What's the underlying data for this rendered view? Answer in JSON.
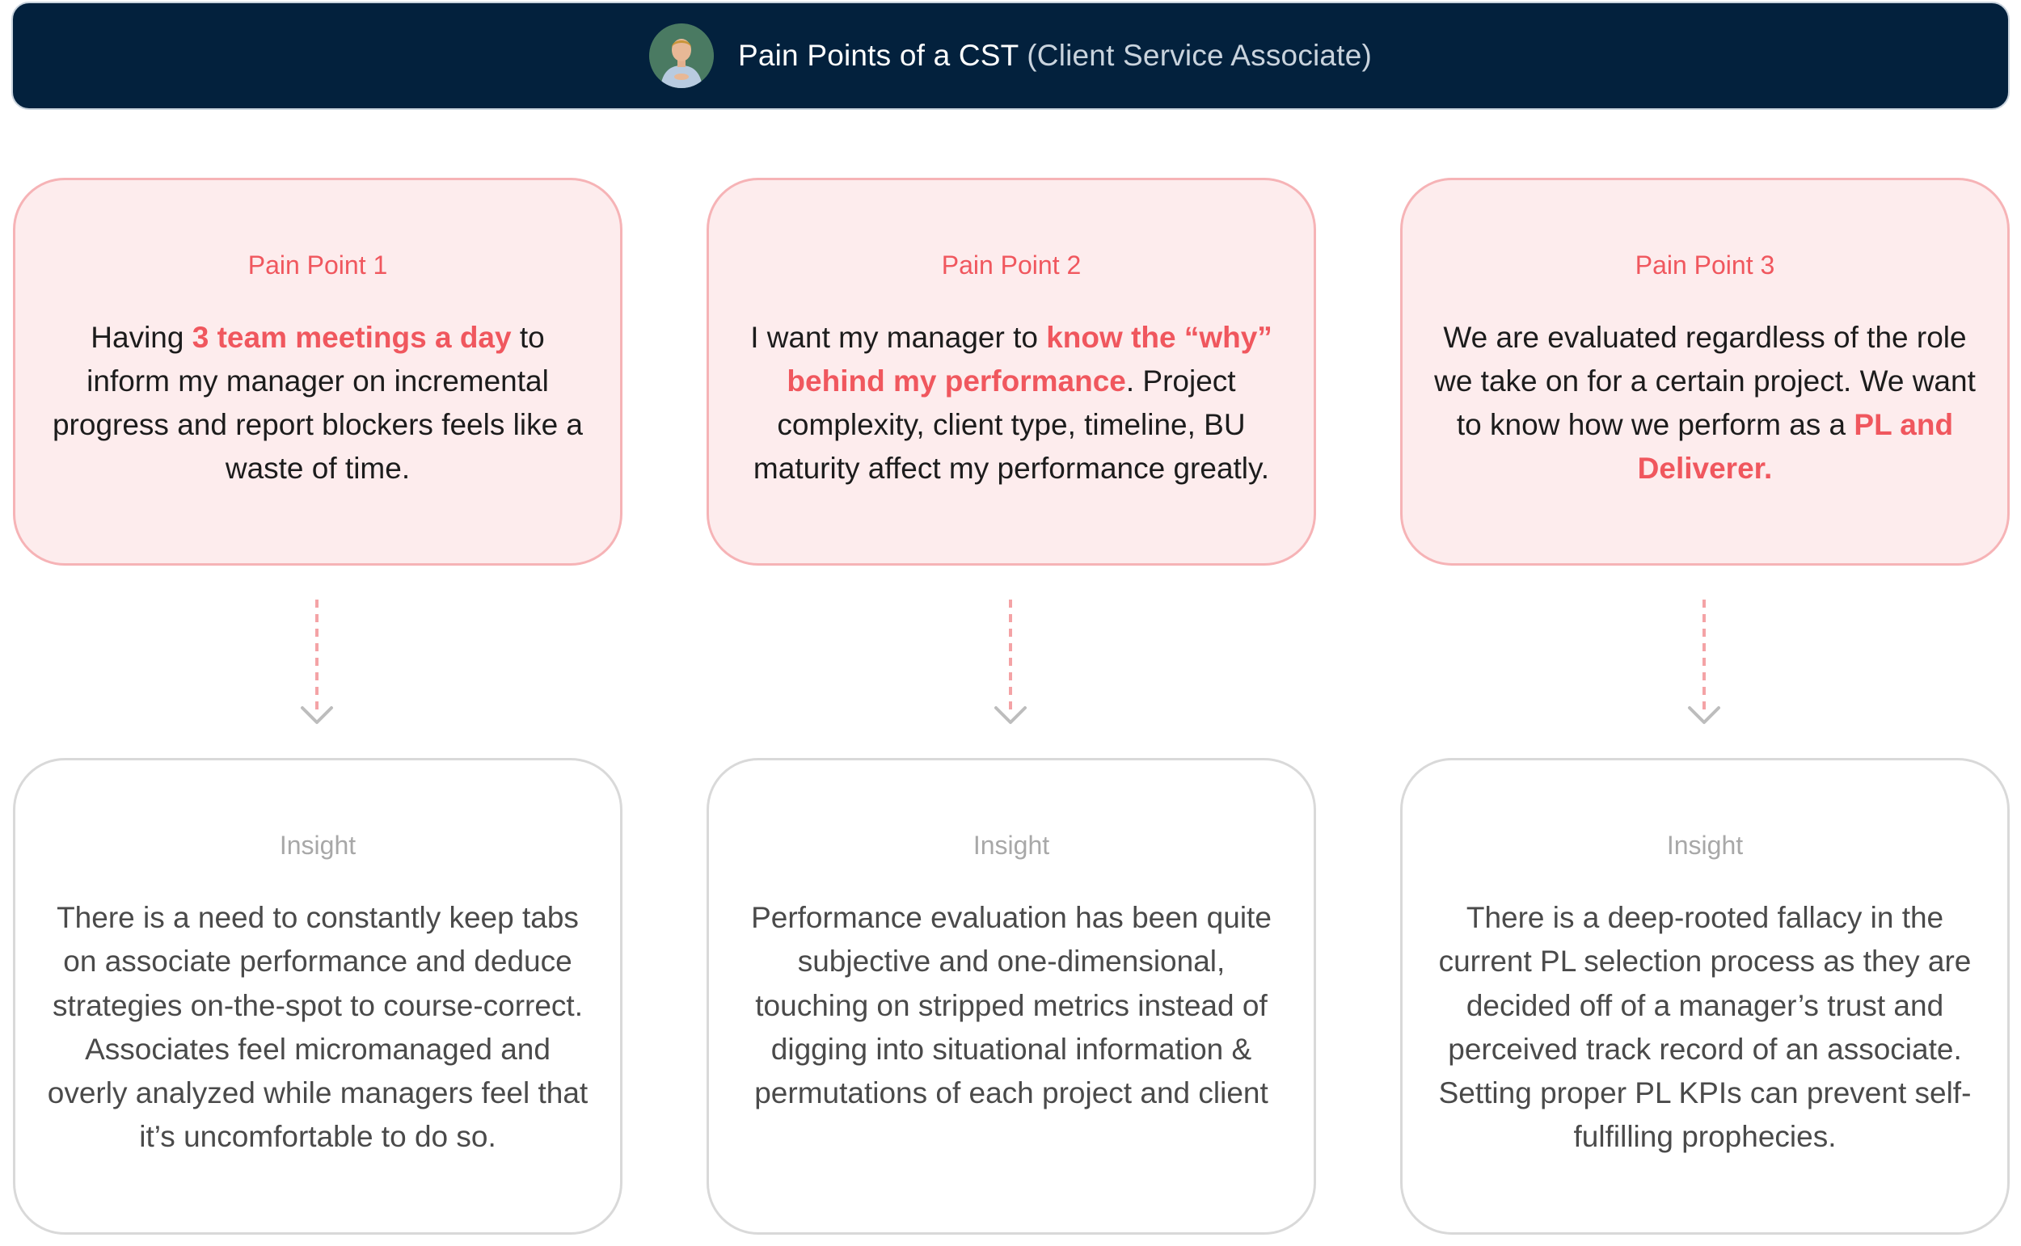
{
  "header": {
    "title_main": "Pain Points of a CST",
    "title_sub": "(Client Service Associate)",
    "avatar_icon": "person-avatar-icon"
  },
  "pain_points": [
    {
      "label": "Pain Point 1",
      "text_before": "Having ",
      "highlight": "3 team meetings a day",
      "text_after": " to inform my manager on incremental progress and report blockers feels like a waste of time."
    },
    {
      "label": "Pain Point 2",
      "text_before": "I want my manager to ",
      "highlight": "know the “why” behind my performance",
      "text_after": ". Project complexity, client type, timeline, BU maturity affect my performance greatly."
    },
    {
      "label": "Pain Point 3",
      "text_before": "We are evaluated regardless of the role we take on for a certain project. We want to know how we perform as a ",
      "highlight": "PL and Deliverer.",
      "text_after": ""
    }
  ],
  "insights": [
    {
      "label": "Insight",
      "text": "There is a need to constantly keep tabs on associate performance and deduce strategies on-the-spot to course-correct. Associates feel micromanaged and overly analyzed while managers feel that it’s uncomfortable to do so."
    },
    {
      "label": "Insight",
      "text": "Performance evaluation has been quite subjective and one-dimensional, touching on stripped metrics instead of digging into situational information & permutations of each project and client"
    },
    {
      "label": "Insight",
      "text": "There is a deep-rooted fallacy in the current PL selection process as they are decided off of a manager’s trust and perceived track record of an associate. Setting proper PL KPIs can prevent self-fulfilling prophecies."
    }
  ],
  "colors": {
    "header_bg": "#03213d",
    "accent_red": "#f0575e",
    "pain_card_bg": "#fdeced",
    "pain_card_border": "#f6b3b6",
    "insight_border": "#d9d9d9",
    "arrow_dash": "#f4a3a6",
    "arrow_head": "#bdbdbd"
  }
}
